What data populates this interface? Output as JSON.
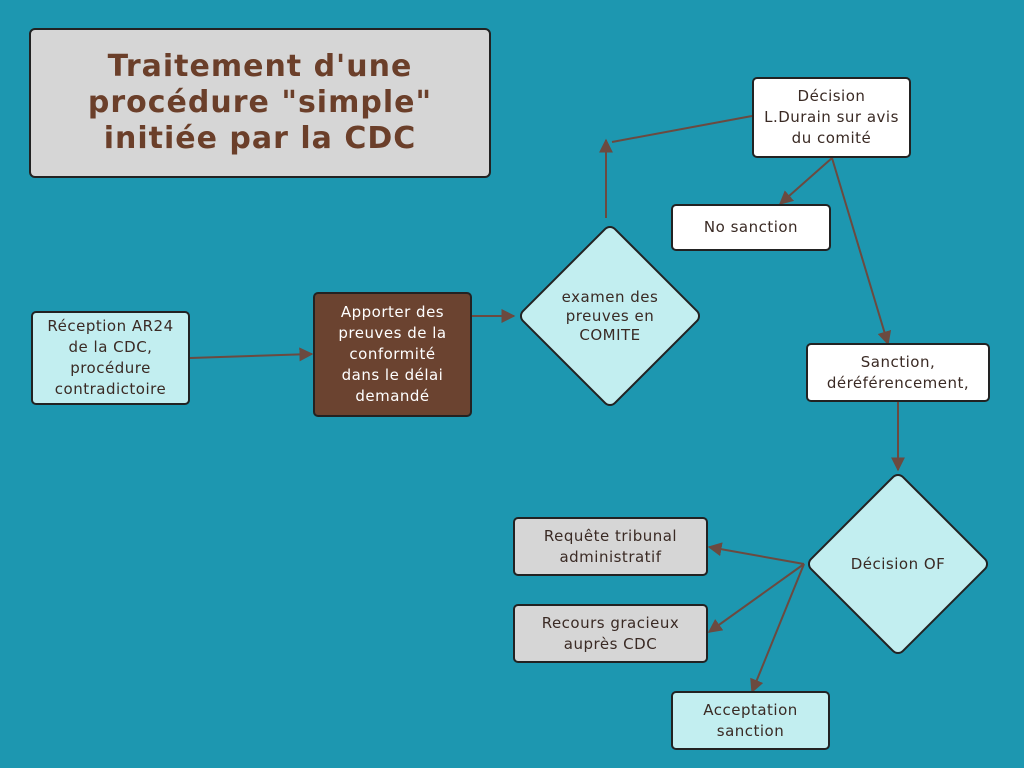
{
  "title": "Traitement d'une\nprocédure \"simple\"\ninitiée par la CDC",
  "nodes": {
    "reception": "Réception AR24\nde la CDC,\nprocédure\ncontradictoire",
    "apporter": "Apporter des\npreuves de la\nconformité\ndans le délai\ndemandé",
    "examen": "examen des\npreuves en\nCOMITE",
    "decision_durain": "Décision\nL.Durain sur avis\ndu comité",
    "no_sanction": "No sanction",
    "sanction": "Sanction,\ndéréférencement,",
    "decision_of": "Décision OF",
    "requete": "Requête tribunal\nadministratif",
    "recours": "Recours gracieux\nauprès CDC",
    "acceptation": "Acceptation\nsanction"
  },
  "colors": {
    "background": "#1d97b0",
    "title_text": "#6b3f2a",
    "light_node": "#c2eef0",
    "brown_node": "#6b4330",
    "grey_node": "#d6d6d6",
    "arrow": "#6b4a40"
  }
}
